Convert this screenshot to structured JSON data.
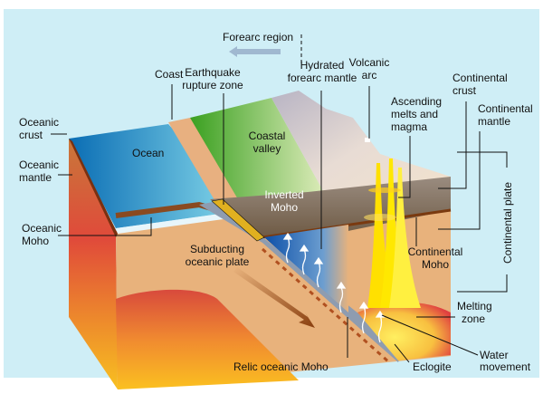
{
  "labels": {
    "forearc_region": "Forearc region",
    "coast": "Coast",
    "earthquake_1": "Earthquake",
    "earthquake_2": "rupture zone",
    "hydrated_1": "Hydrated",
    "hydrated_2": "forearc mantle",
    "volcanic_1": "Volcanic",
    "volcanic_2": "arc",
    "cont_crust_1": "Continental",
    "cont_crust_2": "crust",
    "cont_mantle_1": "Continental",
    "cont_mantle_2": "mantle",
    "ascending_1": "Ascending",
    "ascending_2": "melts and",
    "ascending_3": "magma",
    "oc_crust_1": "Oceanic",
    "oc_crust_2": "crust",
    "oc_mantle_1": "Oceanic",
    "oc_mantle_2": "mantle",
    "oc_moho_1": "Oceanic",
    "oc_moho_2": "Moho",
    "ocean": "Ocean",
    "coastal_valley_1": "Coastal",
    "coastal_valley_2": "valley",
    "inverted_moho_1": "Inverted",
    "inverted_moho_2": "Moho",
    "subducting_1": "Subducting",
    "subducting_2": "oceanic plate",
    "cont_moho_1": "Continental",
    "cont_moho_2": "Moho",
    "cont_plate": "Continental plate",
    "melting_1": "Melting",
    "melting_2": "zone",
    "water_1": "Water",
    "water_2": "movement",
    "eclogite": "Eclogite",
    "relic_moho": "Relic oceanic Moho"
  },
  "colors": {
    "background": "#cfeef6",
    "ocean": "#1a7fc0",
    "mantle": "#e8b27c",
    "continental_crust": "#8f7a66",
    "slab": "#8e9cb0",
    "hydrated": "#1f5fb0",
    "magma": "#ffe000",
    "hot": "#e0403a"
  }
}
